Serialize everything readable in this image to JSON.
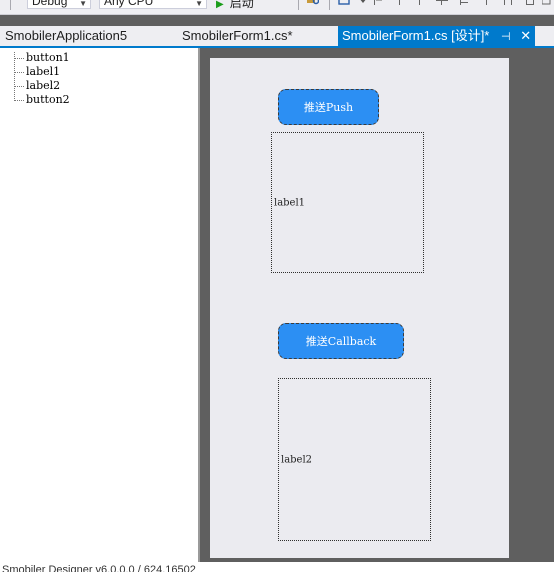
{
  "toolbar": {
    "configuration": "Debug",
    "platform": "Any CPU",
    "start_label": "启动"
  },
  "tabs": [
    {
      "label": "SmobilerApplication5",
      "active": false
    },
    {
      "label": "SmobilerForm1.cs*",
      "active": false
    },
    {
      "label": "SmobilerForm1.cs [设计]*",
      "active": true
    }
  ],
  "outline": {
    "items": [
      "button1",
      "label1",
      "label2",
      "button2"
    ]
  },
  "form": {
    "button_push": "推送Push",
    "label1": "label1",
    "button_callback": "推送Callback",
    "label2": "label2"
  },
  "status": {
    "text": "Smobiler Designer v6.0.0.0 / 624.16502"
  },
  "colors": {
    "accent": "#007acc",
    "button": "#2c8ff3",
    "form_bg": "#ebebf0",
    "designer_bg": "#5f5f5f"
  }
}
